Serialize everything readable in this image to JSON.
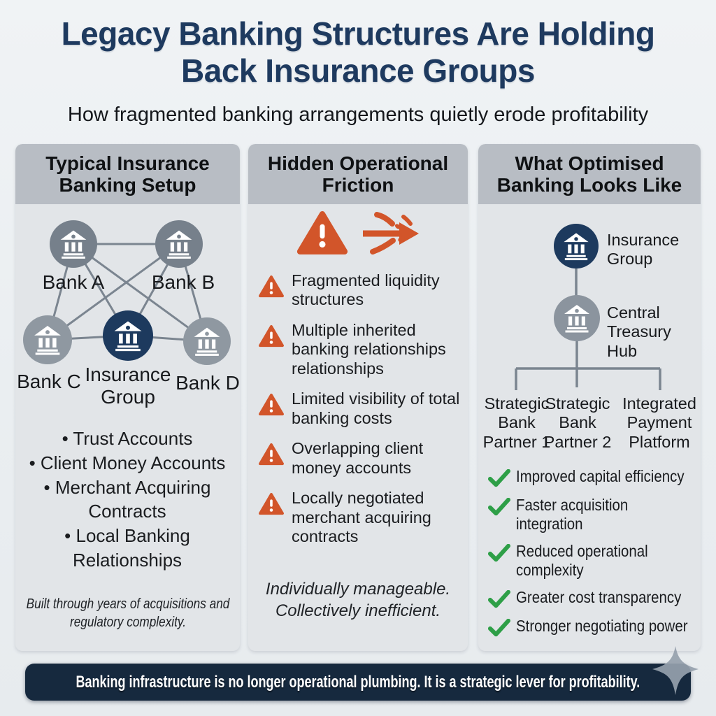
{
  "title": {
    "line1": "Legacy Banking Structures Are Holding",
    "line2": "Back Insurance Groups"
  },
  "subtitle": "How fragmented banking arrangements quietly erode profitability",
  "columns": {
    "legacy": {
      "header": "Typical Insurance Banking Setup",
      "nodes": {
        "bank_a": "Bank A",
        "bank_b": "Bank B",
        "bank_c": "Bank C",
        "bank_d": "Bank D",
        "insurance_group": "Insurance Group"
      },
      "bullets": [
        "Trust Accounts",
        "Client Money Accounts",
        "Merchant Acquiring Contracts",
        "Local Banking Relationships"
      ],
      "footer": "Built through years of acquisitions and regulatory complexity."
    },
    "friction": {
      "header": "Hidden Operational Friction",
      "items": [
        "Fragmented liquidity structures",
        "Multiple inherited banking relationships relationships",
        "Limited visibility of total banking costs",
        "Overlapping client money accounts",
        "Locally negotiated merchant acquiring contracts"
      ],
      "footer": "Individually manageable. Collectively inefficient."
    },
    "optimised": {
      "header": "What Optimised Banking Looks Like",
      "tree": {
        "root": "Insurance Group",
        "hub": "Central Treasury Hub",
        "leaves": [
          "Strategic Bank Partner 1",
          "Strategic Bank Partner 2",
          "Integrated Payment Platform"
        ]
      },
      "benefits": [
        "Improved capital efficiency",
        "Faster acquisition integration",
        "Reduced operational complexity",
        "Greater cost transparency",
        "Stronger negotiating power"
      ]
    }
  },
  "banner": "Banking infrastructure is no longer operational plumbing. It is a strategic lever for profitability.",
  "colors": {
    "accent_navy": "#1d3a5e",
    "warning_orange": "#d2552a",
    "success_green": "#2e9f47",
    "node_gray_dark": "#76808b",
    "node_gray_light": "#8f98a1",
    "header_band": "#b8bdc4",
    "banner_navy": "#16293e"
  },
  "icons": {
    "bank": "bank-building-icon",
    "warning": "warning-triangle-icon",
    "friction": "friction-arrow-icon",
    "check": "checkmark-icon",
    "sparkle": "sparkle-icon"
  }
}
